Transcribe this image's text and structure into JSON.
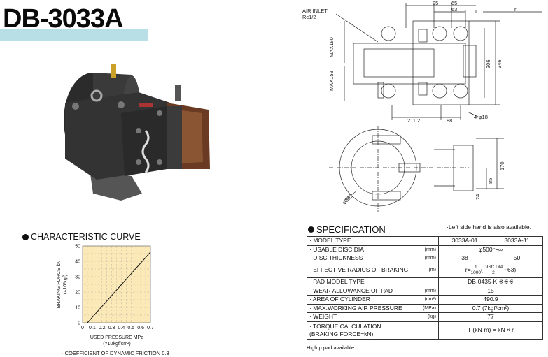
{
  "title": "DB-3033A",
  "drawing": {
    "air_inlet": "AIR INLET",
    "rc": "Rc1/2",
    "dims": [
      "85",
      "65",
      "63",
      "r",
      "MAX180",
      "MAX158",
      "306",
      "346",
      "211.2",
      "88",
      "4-φ18",
      "170",
      "85",
      "24",
      "φ302"
    ]
  },
  "curve": {
    "heading": "CHARACTERISTIC CURVE",
    "footnote": "· COEFFICIENT OF DYNAMIC FRICTION 0.3"
  },
  "chart_data": {
    "type": "line",
    "xlabel": "USED PRESSURE MPa",
    "xlabel2": "(×10kgf/cm²)",
    "ylabel": "BRAKING FORCE kN",
    "ylabel2": "(×10²kgf)",
    "x_ticks": [
      "0",
      "0.1",
      "0.2",
      "0.3",
      "0.4",
      "0.5",
      "0.6",
      "0.7"
    ],
    "y_ticks": [
      "0",
      "10",
      "20",
      "30",
      "40",
      "50"
    ],
    "xlim": [
      0,
      0.7
    ],
    "ylim": [
      0,
      50
    ],
    "grid": true,
    "background": "#fbe9b8",
    "series": [
      {
        "x": [
          0.05,
          0.7
        ],
        "y": [
          0,
          46
        ]
      }
    ]
  },
  "spec": {
    "heading": "SPECIFICATION",
    "note": "·Left side hand is also available.",
    "rows": [
      {
        "label": "· MODEL TYPE",
        "unit": "",
        "v1": "3033A-01",
        "v2": "3033A-11"
      },
      {
        "label": "· USABLE DISC DIA",
        "unit": "(mm)",
        "v": "φ500～∞"
      },
      {
        "label": "· DISC THICKNESS",
        "unit": "(mm)",
        "v1": "38",
        "v2": "50"
      },
      {
        "label": "· EFFECTIVE RADIUS OF BRAKING",
        "unit": "(m)",
        "formula_prefix": "r=",
        "f1_num": "1",
        "f1_den": "1000",
        "f2_num": "DISC DIA",
        "f2_den": "2",
        "formula_suffix": "−63)",
        "open": "("
      },
      {
        "label": "· PAD MODEL TYPE",
        "unit": "",
        "v": "DB-0435-K ※※※"
      },
      {
        "label": "· WEAR ALLOWANCE OF PAD",
        "unit": "(mm)",
        "v": "15"
      },
      {
        "label": "· AREA OF CYLINDER",
        "unit": "(cm²)",
        "v": "490.9"
      },
      {
        "label": "· MAX.WORKING AIR PRESSURE",
        "unit": "(MPa)",
        "v": "0.7 (7kgf/cm²)"
      },
      {
        "label": "· WEIGHT",
        "unit": "(kg)",
        "v": "77"
      },
      {
        "label": "· TORQUE CALCULATION",
        "label2": "(BRAKING FORCE=kN)",
        "unit": "",
        "v": "T (kN·m) = kN × r"
      }
    ],
    "footnote": "High μ pad available."
  }
}
